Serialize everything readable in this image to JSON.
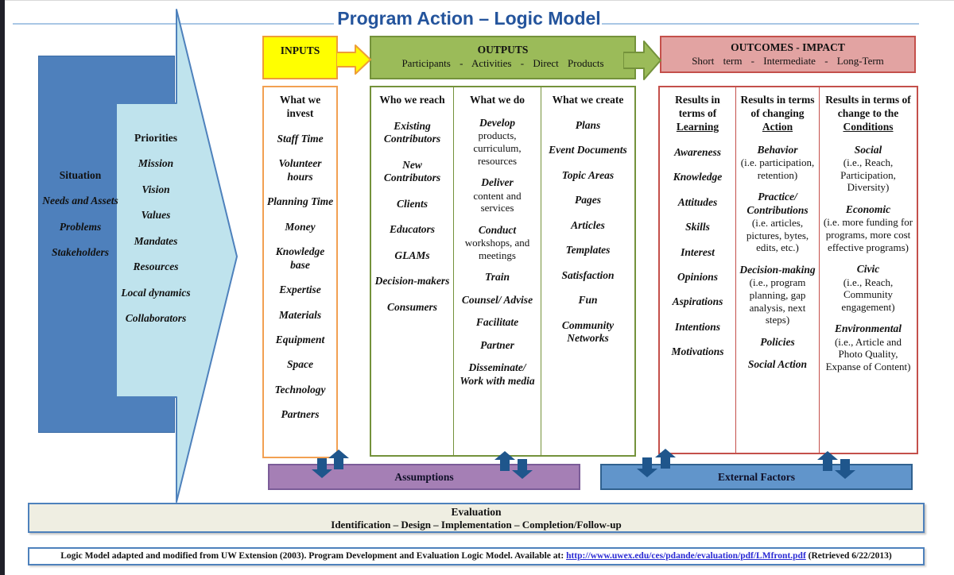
{
  "page": {
    "title": "Program Action – Logic Model"
  },
  "flow": {
    "inputs": {
      "label": "INPUTS"
    },
    "outputs": {
      "title": "OUTPUTS",
      "subtitle": "Participants - Activities - Direct Products"
    },
    "outcomes": {
      "title": "OUTCOMES - IMPACT",
      "subtitle": "Short term - Intermediate - Long-Term"
    }
  },
  "situation": {
    "left_items": [
      {
        "lead": "Situation",
        "upright": true
      },
      {
        "lead": "Needs and Assets"
      },
      {
        "lead": "Problems"
      },
      {
        "lead": "Stakeholders"
      }
    ],
    "arrow_items": [
      {
        "lead": "Priorities",
        "upright": true
      },
      {
        "lead": "Mission"
      },
      {
        "lead": "Vision"
      },
      {
        "lead": "Values"
      },
      {
        "lead": "Mandates"
      },
      {
        "lead": "Resources"
      },
      {
        "lead": "Local dynamics"
      },
      {
        "lead": "Collaborators"
      }
    ]
  },
  "columns": [
    {
      "header": "What we invest",
      "items": [
        {
          "lead": "Staff Time"
        },
        {
          "lead": "Volunteer hours"
        },
        {
          "lead": "Planning Time"
        },
        {
          "lead": "Money"
        },
        {
          "lead": "Knowledge base"
        },
        {
          "lead": "Expertise"
        },
        {
          "lead": "Materials"
        },
        {
          "lead": "Equipment"
        },
        {
          "lead": "Space"
        },
        {
          "lead": "Technology"
        },
        {
          "lead": "Partners"
        }
      ]
    },
    {
      "header": "Who we reach",
      "items": [
        {
          "lead": "Existing Contributors"
        },
        {
          "lead": "New Contributors"
        },
        {
          "lead": "Clients"
        },
        {
          "lead": "Educators"
        },
        {
          "lead": "GLAMs"
        },
        {
          "lead": "Decision-makers"
        },
        {
          "lead": "Consumers"
        }
      ]
    },
    {
      "header": "What we do",
      "items": [
        {
          "lead": "Develop",
          "rest": "products, curriculum, resources"
        },
        {
          "lead": "Deliver",
          "rest": "content and services"
        },
        {
          "lead": "Conduct",
          "rest": "workshops, and meetings"
        },
        {
          "lead": "Train"
        },
        {
          "lead": "Counsel/ Advise"
        },
        {
          "lead": "Facilitate"
        },
        {
          "lead": "Partner"
        },
        {
          "lead": "Disseminate/ Work with media"
        }
      ]
    },
    {
      "header": "What we create",
      "items": [
        {
          "lead": "Plans"
        },
        {
          "lead": "Event Documents"
        },
        {
          "lead": "Topic Areas"
        },
        {
          "lead": "Pages"
        },
        {
          "lead": "Articles"
        },
        {
          "lead": "Templates"
        },
        {
          "lead": "Satisfaction"
        },
        {
          "lead": "Fun"
        },
        {
          "lead": "Community Networks"
        }
      ]
    },
    {
      "header_pre": "Results in terms of",
      "header_u": "Learning",
      "items": [
        {
          "lead": "Awareness"
        },
        {
          "lead": "Knowledge"
        },
        {
          "lead": "Attitudes"
        },
        {
          "lead": "Skills"
        },
        {
          "lead": "Interest"
        },
        {
          "lead": "Opinions"
        },
        {
          "lead": "Aspirations"
        },
        {
          "lead": "Intentions"
        },
        {
          "lead": "Motivations"
        }
      ]
    },
    {
      "header_pre": "Results in terms of changing",
      "header_u": "Action",
      "items": [
        {
          "lead": "Behavior",
          "rest": "(i.e. participation, retention)"
        },
        {
          "lead": "Practice/ Contributions",
          "rest": "(i.e. articles, pictures, bytes, edits, etc.)"
        },
        {
          "lead": "Decision-making",
          "rest": "(i.e., program planning, gap analysis, next steps)"
        },
        {
          "lead": "Policies"
        },
        {
          "lead": "Social Action"
        }
      ]
    },
    {
      "header_pre": "Results in terms of change to the",
      "header_u": "Conditions",
      "items": [
        {
          "lead": "Social",
          "rest": "(i.e., Reach, Participation, Diversity)"
        },
        {
          "lead": "Economic",
          "rest": "(i.e. more funding for programs, more cost effective programs)"
        },
        {
          "lead": "Civic",
          "rest": "(i.e., Reach, Community engagement)"
        },
        {
          "lead": "Environmental",
          "rest": "(i.e., Article and Photo Quality, Expanse of Content)"
        }
      ]
    }
  ],
  "bottom": {
    "assumptions_label": "Assumptions",
    "external_factors_label": "External Factors"
  },
  "evaluation": {
    "title": "Evaluation",
    "subtitle": "Identification – Design – Implementation – Completion/Follow-up"
  },
  "footer": {
    "pre": "Logic Model adapted and modified from UW Extension (2003). Program Development and Evaluation Logic Model. Available at: ",
    "link": "http://www.uwex.edu/ces/pdande/evaluation/pdf/LMfront.pdf",
    "post": " (Retrieved 6/22/2013)"
  },
  "colors": {
    "title_blue": "#24549C",
    "accent_blue": "#4E81BC",
    "light_cyan": "#BFE3ED",
    "inputs_yellow": "#FFFF00",
    "inputs_border_orange": "#EE9E36",
    "outputs_green": "#9BBB59",
    "outputs_border_green": "#74923B",
    "outcomes_pink": "#E2A3A2",
    "outcomes_border_red": "#C4504B",
    "column_border_orange": "#F2A052",
    "assumptions_purple": "#A57FB5",
    "external_blue": "#6195CB",
    "feedback_arrow_blue": "#1F568C"
  }
}
